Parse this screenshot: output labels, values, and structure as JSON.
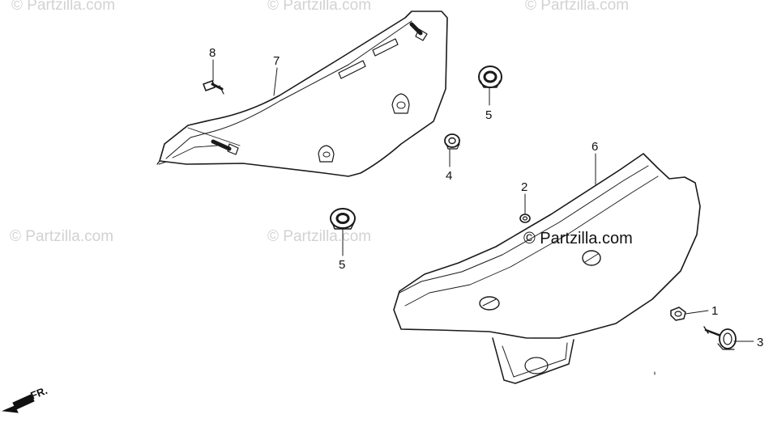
{
  "watermarks": {
    "top_left": "© Partzilla.com",
    "top_center": "© Partzilla.com",
    "top_right": "© Partzilla.com",
    "mid_left": "© Partzilla.com",
    "mid_center": "© Partzilla.com",
    "main": "© Partzilla.com"
  },
  "callouts": {
    "c1": "1",
    "c2": "2",
    "c3": "3",
    "c4": "4",
    "c5a": "5",
    "c5b": "5",
    "c6": "6",
    "c7": "7",
    "c8": "8"
  },
  "direction": {
    "label": "FR."
  },
  "colors": {
    "line": "#1a1a1a",
    "watermark": "#d2d2d2"
  }
}
